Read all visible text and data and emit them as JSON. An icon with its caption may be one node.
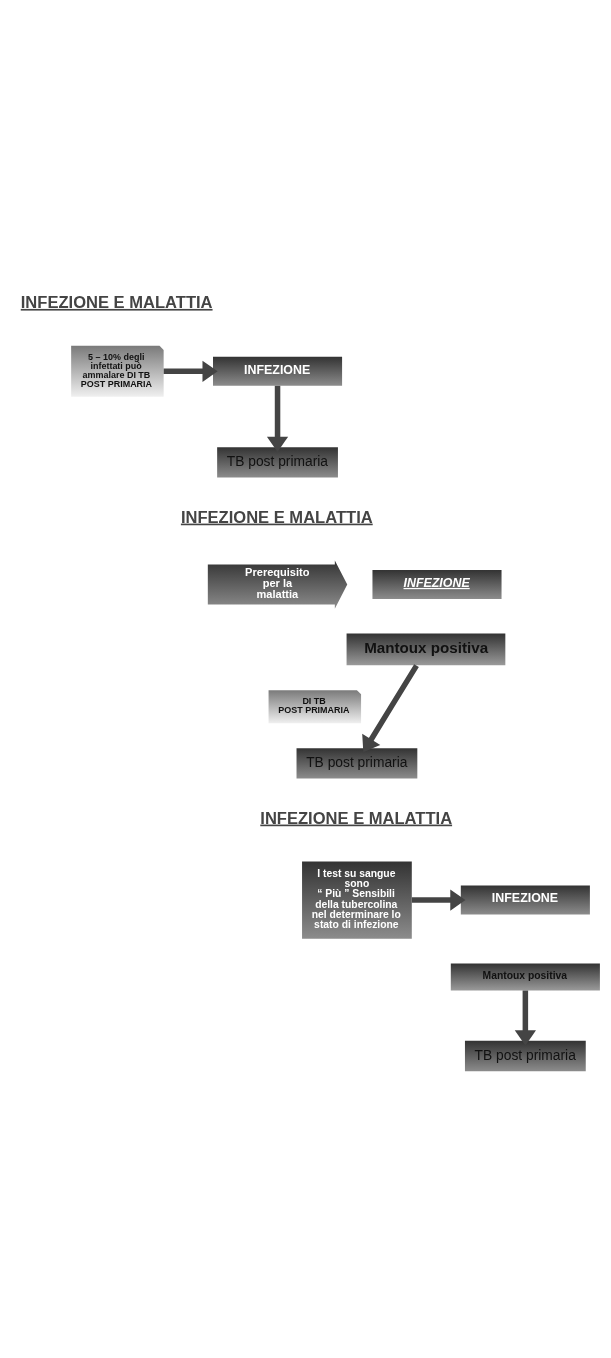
{
  "diagram": {
    "nodes": [
      {
        "text": [
          "5 – 10% degli infettati può ammalare DI TB",
          "POST PRIMARIA"
        ]
      },
      {
        "text": [
          "INFEZIONE"
        ]
      },
      {
        "text": [
          "TB post primaria"
        ]
      },
      {
        "text": [
          "Prerequisito per la malattia"
        ]
      },
      {
        "text": [
          "DI TB",
          "POST PRIMARIA"
        ]
      },
      {
        "text": [
          "INFEZIONE"
        ]
      },
      {
        "text": [
          "Mantoux positiva"
        ]
      },
      {
        "text": [
          "TB post primaria"
        ]
      },
      {
        "text": [
          "I test su sangue sono",
          "“ Più ” Sensibili",
          "della tubercolina nel determinare lo stato di infezione"
        ]
      },
      {
        "text": [
          "INFEZIONE"
        ]
      },
      {
        "text": [
          "Mantoux positiva"
        ]
      },
      {
        "text": [
          "TB post primaria"
        ]
      }
    ],
    "edges": [
      {
        "from": 0,
        "to": 1,
        "arrow": "to"
      },
      {
        "from": 1,
        "to": 2,
        "arrow": "to"
      },
      {
        "from": 6,
        "to": 7,
        "arrow": "to"
      },
      {
        "from": 8,
        "to": 9,
        "arrow": "to"
      },
      {
        "from": 10,
        "to": 11,
        "arrow": "to"
      }
    ],
    "labels": [
      "INFEZIONE E MALATTIA",
      "INFEZIONE E MALATTIA",
      "INFEZIONE E MALATTIA"
    ]
  }
}
